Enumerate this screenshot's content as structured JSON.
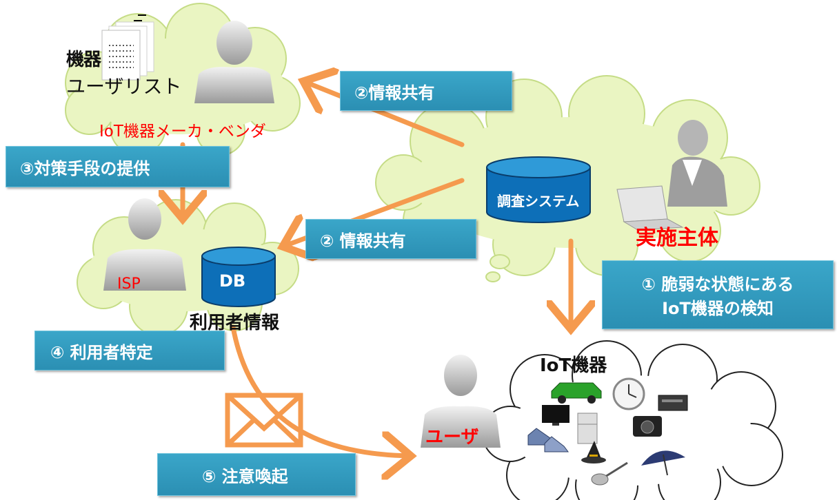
{
  "maker": {
    "list_line1": "機器",
    "list_line2": "ユーザリスト",
    "label": "IoT機器メーカ・ベンダ"
  },
  "survey": {
    "db_label": "調査システム",
    "actor_label": "実施主体"
  },
  "isp": {
    "label": "ISP",
    "db_label": "DB",
    "db_caption": "利用者情報"
  },
  "devices": {
    "label": "IoT機器",
    "user_label": "ユーザ"
  },
  "steps": {
    "s1_line1": "① 脆弱な状態にある",
    "s1_line2": "IoT機器の検知",
    "s2a": "②情報共有",
    "s2b": "② 情報共有",
    "s3": "③対策手段の提供",
    "s4": "④ 利用者特定",
    "s5": "⑤ 注意喚起"
  },
  "colors": {
    "arrow": "#f59a4e",
    "step_box": "#2f97bb",
    "cloud_fill": "#eaf5c2",
    "cloud_stroke": "#c5dc86",
    "db_fill": "#0d6fb8",
    "highlight": "#ff0000"
  }
}
